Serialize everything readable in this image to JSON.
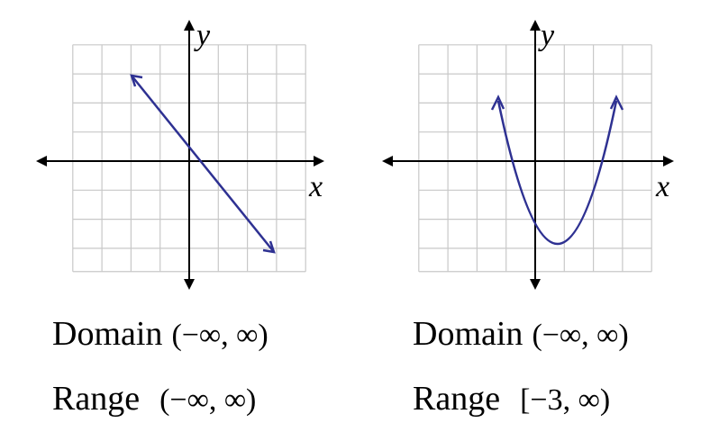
{
  "colors": {
    "curve": "#2e3192",
    "axis": "#000000",
    "grid": "#c8c8c8"
  },
  "graphs": [
    {
      "x_label": "x",
      "y_label": "y",
      "curve_type": "line",
      "domain_label": "Domain",
      "domain_value": "(−∞, ∞)",
      "range_label": "Range",
      "range_value": "(−∞, ∞)"
    },
    {
      "x_label": "x",
      "y_label": "y",
      "curve_type": "parabola",
      "domain_label": "Domain",
      "domain_value": "(−∞, ∞)",
      "range_label": "Range",
      "range_value": "[−3, ∞)"
    }
  ]
}
